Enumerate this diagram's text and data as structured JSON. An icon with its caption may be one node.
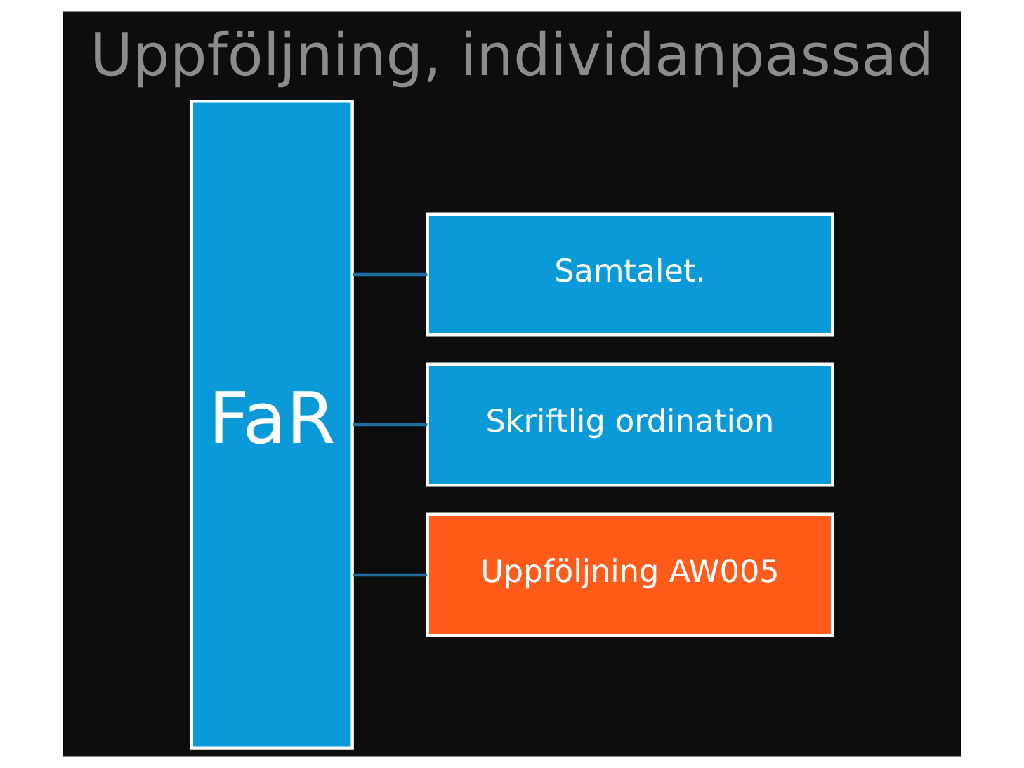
{
  "diagram": {
    "title": "Uppföljning, individanpassad",
    "nodes": [
      {
        "text": [
          "FaR"
        ]
      },
      {
        "text": [
          "Samtalet."
        ]
      },
      {
        "text": [
          "Skriftlig ordination"
        ]
      },
      {
        "text": [
          "Uppföljning AW005"
        ]
      }
    ],
    "edges": [
      {
        "from": 0,
        "to": 1,
        "arrow": "none"
      },
      {
        "from": 0,
        "to": 2,
        "arrow": "none"
      },
      {
        "from": 0,
        "to": 3,
        "arrow": "none"
      }
    ]
  }
}
